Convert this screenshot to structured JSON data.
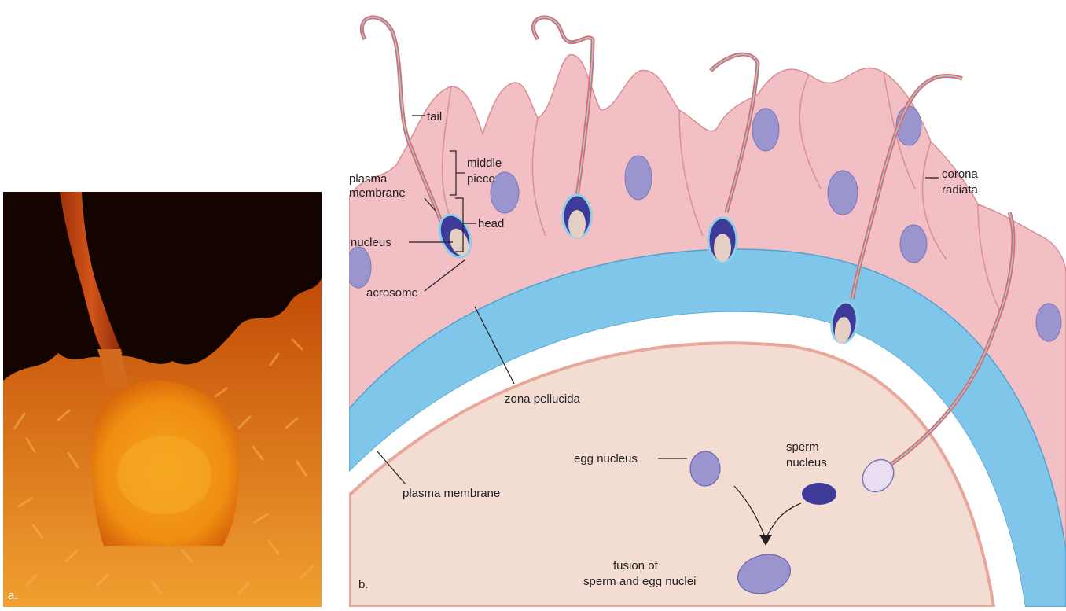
{
  "panel_a": {
    "letter": "a."
  },
  "panel_b": {
    "letter": "b.",
    "labels": {
      "tail": "tail",
      "middle_piece_1": "middle",
      "middle_piece_2": "piece",
      "plasma_membrane_top_1": "plasma",
      "plasma_membrane_top_2": "membrane",
      "head": "head",
      "nucleus": "nucleus",
      "acrosome": "acrosome",
      "corona_radiata_1": "corona",
      "corona_radiata_2": "radiata",
      "zona_pellucida": "zona pellucida",
      "plasma_membrane_egg": "plasma membrane",
      "egg_nucleus": "egg nucleus",
      "sperm_nucleus_1": "sperm",
      "sperm_nucleus_2": "nucleus",
      "fusion_1": "fusion of",
      "fusion_2": "sperm and egg nuclei"
    }
  },
  "colors": {
    "egg_cytoplasm": "#f3ddd3",
    "plasma_membrane": "#e8a79a",
    "zona_pellucida": "#7fc6ea",
    "corona_cells": "#f2bfc4",
    "cell_nucleus": "#9b95cf",
    "sperm_head": "#3d3a9a",
    "sperm_tail": "#e06a66",
    "micrograph_dark": "#140400",
    "micrograph_orange": "#f08a10"
  }
}
